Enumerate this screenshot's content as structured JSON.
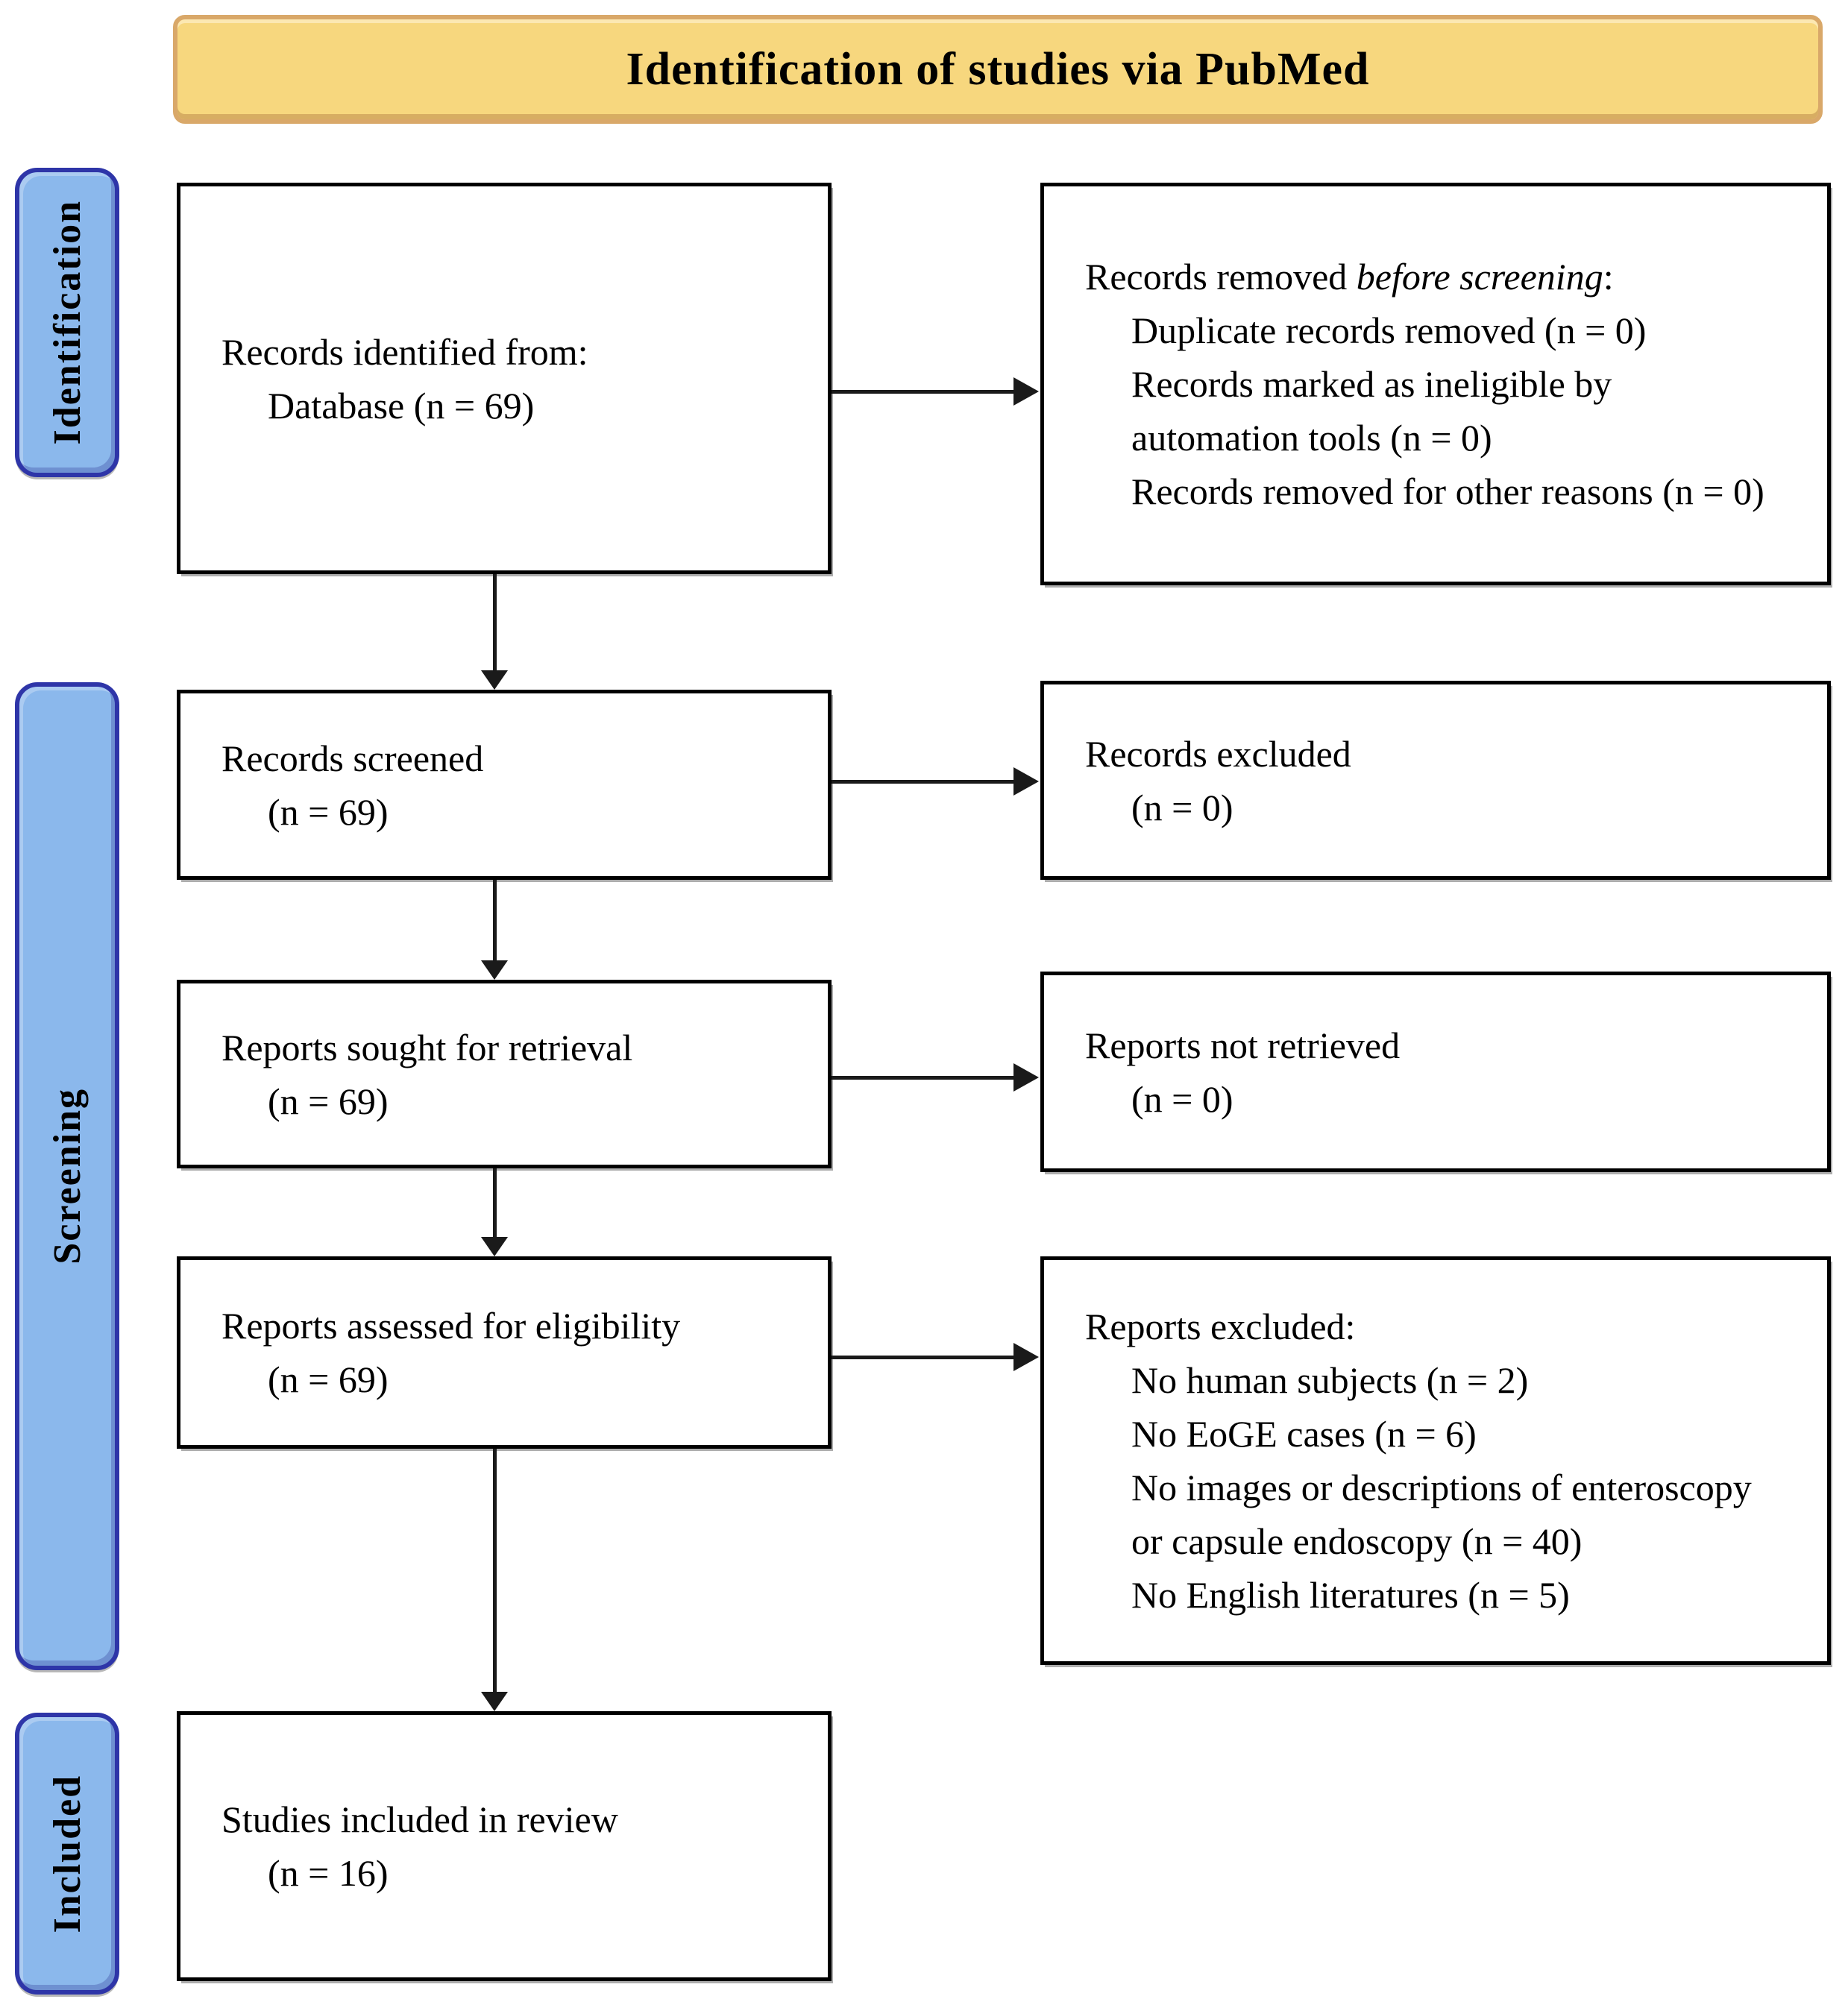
{
  "title": "Identification of studies via PubMed",
  "stages": {
    "identification": "Identification",
    "screening": "Screening",
    "included": "Included"
  },
  "boxes": {
    "records_identified": {
      "line1": "Records identified from:",
      "line2": "Database (n = 69)"
    },
    "records_removed": {
      "intro_prefix": "Records removed ",
      "intro_italic": "before screening",
      "intro_colon": ":",
      "item1": "Duplicate records removed (n = 0)",
      "item2": "Records marked as ineligible by automation tools (n = 0)",
      "item3": "Records removed for other reasons (n = 0)"
    },
    "records_screened": {
      "line1": "Records screened",
      "line2": "(n = 69)"
    },
    "records_excluded": {
      "line1": "Records excluded",
      "line2": "(n = 0)"
    },
    "reports_sought": {
      "line1": "Reports sought for retrieval",
      "line2": "(n = 69)"
    },
    "reports_not_retrieved": {
      "line1": "Reports not retrieved",
      "line2": "(n = 0)"
    },
    "reports_assessed": {
      "line1": "Reports assessed for eligibility",
      "line2": "(n = 69)"
    },
    "reports_excluded": {
      "intro": "Reports excluded:",
      "item1": "No human subjects (n = 2)",
      "item2": "No EoGE cases (n = 6)",
      "item3": "No images or descriptions of enteroscopy or capsule endoscopy (n = 40)",
      "item4": "No English literatures (n = 5)"
    },
    "studies_included": {
      "line1": "Studies included in review",
      "line2": "(n = 16)"
    }
  },
  "colors": {
    "banner_fill": "#F7D77E",
    "banner_border": "#D9A869",
    "stage_fill": "#8BB8EC",
    "stage_border": "#2E35A8",
    "box_border": "#000000",
    "arrow_color": "#1a1a1a"
  }
}
